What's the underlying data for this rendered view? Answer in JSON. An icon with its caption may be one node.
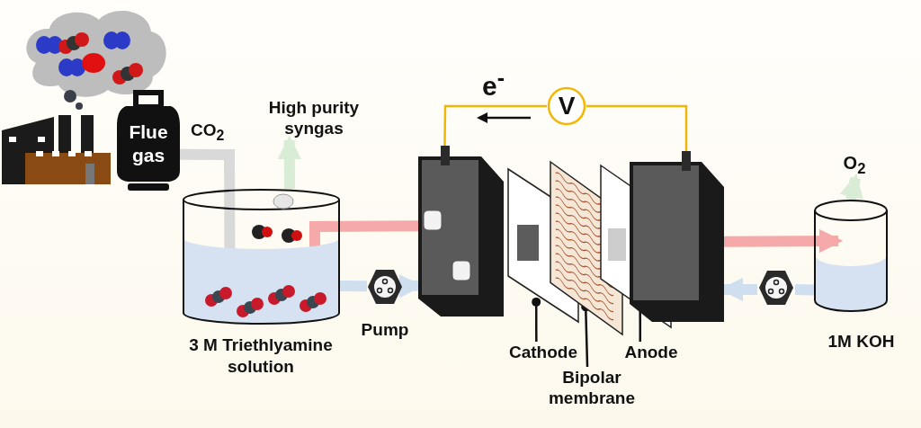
{
  "diagram": {
    "nodes": [
      {
        "text": [
          "Flue gas"
        ]
      },
      {
        "text": [],
        "shape": "cylinder",
        "beside": [
          "3 M Triethlyamine solution"
        ]
      },
      {
        "text": [
          "High purity syngas"
        ]
      },
      {
        "text": [],
        "shape": "picture",
        "beside": [
          "Pump"
        ]
      },
      {
        "text": [],
        "shape": "box"
      },
      {
        "text": [
          "V"
        ]
      },
      {
        "text": [],
        "shape": "box"
      },
      {
        "text": [],
        "shape": "box"
      },
      {
        "text": [],
        "shape": "box"
      },
      {
        "text": [],
        "shape": "box"
      },
      {
        "text": [
          "Cathode"
        ]
      },
      {
        "text": [
          "Bipolar membrane"
        ]
      },
      {
        "text": [
          "Anode"
        ]
      },
      {
        "text": [],
        "shape": "cylinder",
        "beside": [
          "1M KOH"
        ]
      },
      {
        "text": [
          "O$_{2}$"
        ]
      },
      {
        "text": [],
        "shape": "picture"
      }
    ],
    "edges": [
      {
        "from": 0,
        "to": 1,
        "arrow": "to",
        "label": "CO$_{2}$",
        "color": "#d9d9d9"
      },
      {
        "from": 1,
        "to": 2,
        "arrow": "to",
        "color": "#d8ecd6"
      },
      {
        "from": 4,
        "to": 1,
        "arrow": "to",
        "color": "#f6a9a9"
      },
      {
        "from": 1,
        "to": 3,
        "arrow": "none",
        "color": "#cfdff0"
      },
      {
        "from": 3,
        "to": 4,
        "arrow": "to",
        "color": "#cfdff0"
      },
      {
        "from": 9,
        "to": 13,
        "arrow": "to",
        "color": "#f6a9a9"
      },
      {
        "from": 13,
        "to": 15,
        "arrow": "none",
        "color": "#cfdff0"
      },
      {
        "from": 15,
        "to": 9,
        "arrow": "to",
        "color": "#cfdff0"
      },
      {
        "from": 13,
        "to": 14,
        "arrow": "to",
        "color": "#d8ecd6"
      },
      {
        "from": 4,
        "to": 5,
        "arrow": "none",
        "color": "#f2b705"
      },
      {
        "from": 5,
        "to": 9,
        "arrow": "none",
        "color": "#f2b705"
      },
      {
        "from": 10,
        "to": 6,
        "arrow": "other",
        "color": "#111111"
      },
      {
        "from": 11,
        "to": 7,
        "arrow": "other",
        "color": "#111111"
      },
      {
        "from": 12,
        "to": 8,
        "arrow": "other",
        "color": "#111111"
      }
    ],
    "labels": [
      "e$^{-}$"
    ]
  }
}
